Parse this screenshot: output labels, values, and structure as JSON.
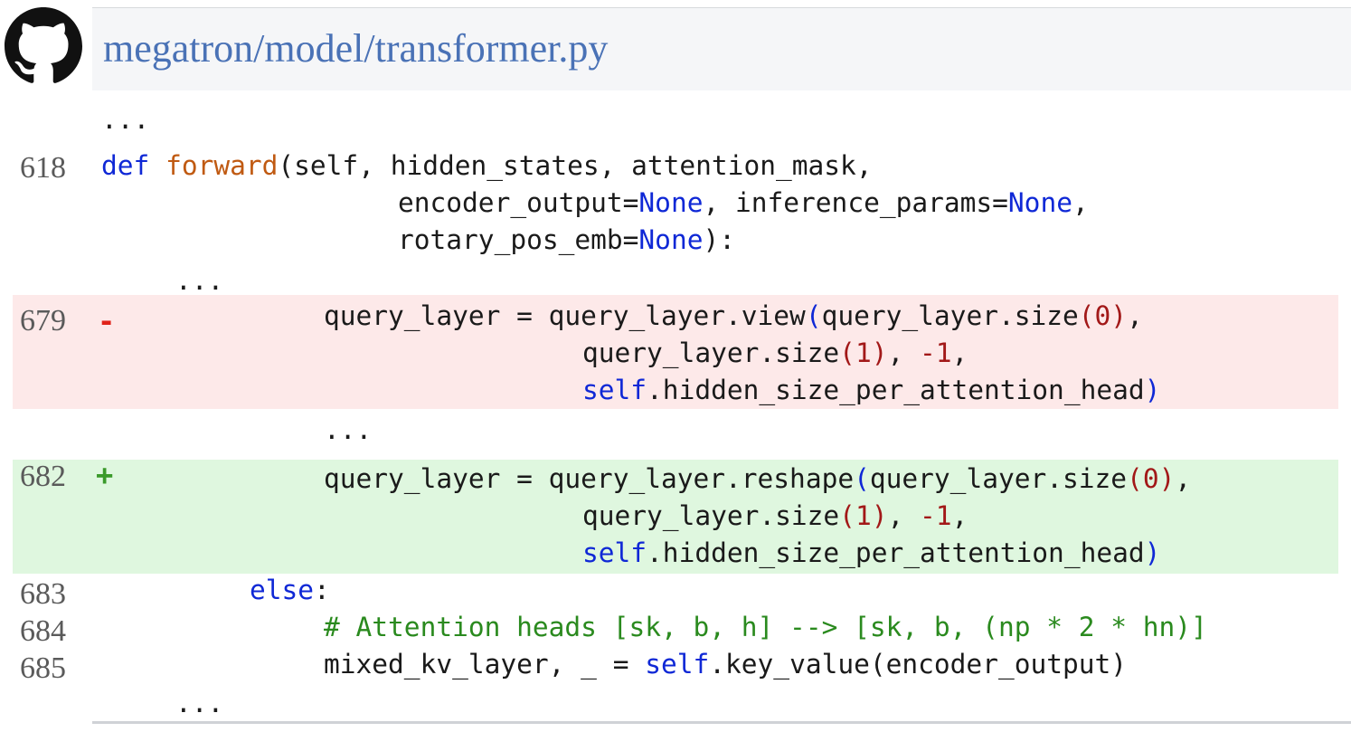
{
  "header": {
    "file_path": "megatron/model/transformer.py"
  },
  "line_numbers": {
    "l618": "618",
    "l679": "679",
    "l682": "682",
    "l683": "683",
    "l684": "684",
    "l685": "685"
  },
  "markers": {
    "removed": "-",
    "added": "+"
  },
  "code": {
    "ellipsis": "...",
    "def": "def",
    "forward": "forward",
    "sig1": "(self, hidden_states, attention_mask,",
    "enc": "encoder_output=",
    "none": "None",
    "inf": ", inference_params=",
    "comma": ",",
    "rot": "rotary_pos_emb=",
    "close_colon": "):",
    "q_assign_view": "query_layer = query_layer.view",
    "q_assign_reshape": "query_layer = query_layer.reshape",
    "open_paren": "(",
    "close_paren": ")",
    "q_size": "query_layer.size",
    "zero": "0",
    "one": "1",
    "neg_one": "-1",
    "comma_sp": ", ",
    "self": "self",
    "hsph": ".hidden_size_per_attention_head",
    "else": "else",
    "colon": ":",
    "comment": "# Attention heads [sk, b, h] --> [sk, b, (np * 2 * hn)]",
    "mixed_kv": "mixed_kv_layer, _ = ",
    "key_value": ".key_value(encoder_output)"
  },
  "colors": {
    "link": "#4a72b6",
    "keyword": "#0f28d6",
    "function": "#c05a12",
    "number": "#a21818",
    "comment": "#2a8a1e",
    "removed_bg": "#fde9e9",
    "added_bg": "#dff7df"
  }
}
